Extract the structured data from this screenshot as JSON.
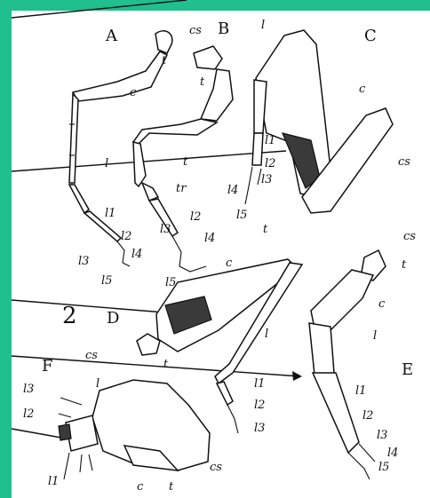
{
  "figure": {
    "number": "2",
    "panels": {
      "A": "A",
      "B": "B",
      "C": "C",
      "D": "D",
      "E": "E",
      "F": "F"
    }
  },
  "labels": {
    "cs": "cs",
    "c": "c",
    "t": "t",
    "tr": "tr",
    "l": "l",
    "l1": "l1",
    "l2": "l2",
    "l3": "l3",
    "l4": "l4",
    "l5": "l5"
  },
  "colors": {
    "background": "#1fbf8e",
    "plate": "#ffffff",
    "ink": "#111111"
  }
}
